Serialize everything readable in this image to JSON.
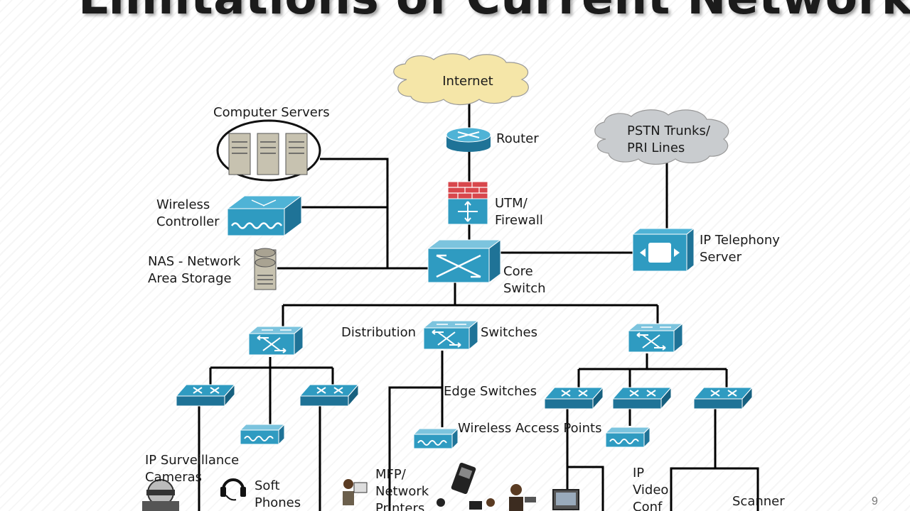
{
  "title": "Limitations of Current Networks",
  "page_number": "9",
  "colors": {
    "device": "#2f9bc1",
    "device_dark": "#1f7397",
    "cloud_internet": "#f5e6a8",
    "cloud_pstn": "#c9cccf",
    "firewall_brick": "#d8474c"
  },
  "diagram": {
    "labels": {
      "internet": "Internet",
      "router": "Router",
      "pstn_line1": "PSTN Trunks/",
      "pstn_line2": "PRI Lines",
      "computer_servers": "Computer Servers",
      "wireless_controller_line1": "Wireless",
      "wireless_controller_line2": "Controller",
      "utm_line1": "UTM/",
      "utm_line2": "Firewall",
      "ip_telephony_line1": "IP Telephony",
      "ip_telephony_line2": "Server",
      "nas_line1": "NAS - Network",
      "nas_line2": "Area Storage",
      "core_switch_line1": "Core",
      "core_switch_line2": "Switch",
      "distribution": "Distribution",
      "switches": "Switches",
      "edge_switches": "Edge Switches",
      "wireless_access_points": "Wireless Access Points",
      "ip_surveillance_line1": "IP Surveillance",
      "ip_surveillance_line2": "Cameras",
      "soft_phones_line1": "Soft",
      "soft_phones_line2": "Phones",
      "mfp_line1": "MFP/",
      "mfp_line2": "Network",
      "mfp_line3": "Printers",
      "ip_video_line1": "IP",
      "ip_video_line2": "Video",
      "ip_video_line3": "Conf",
      "scanner": "Scanner"
    }
  }
}
